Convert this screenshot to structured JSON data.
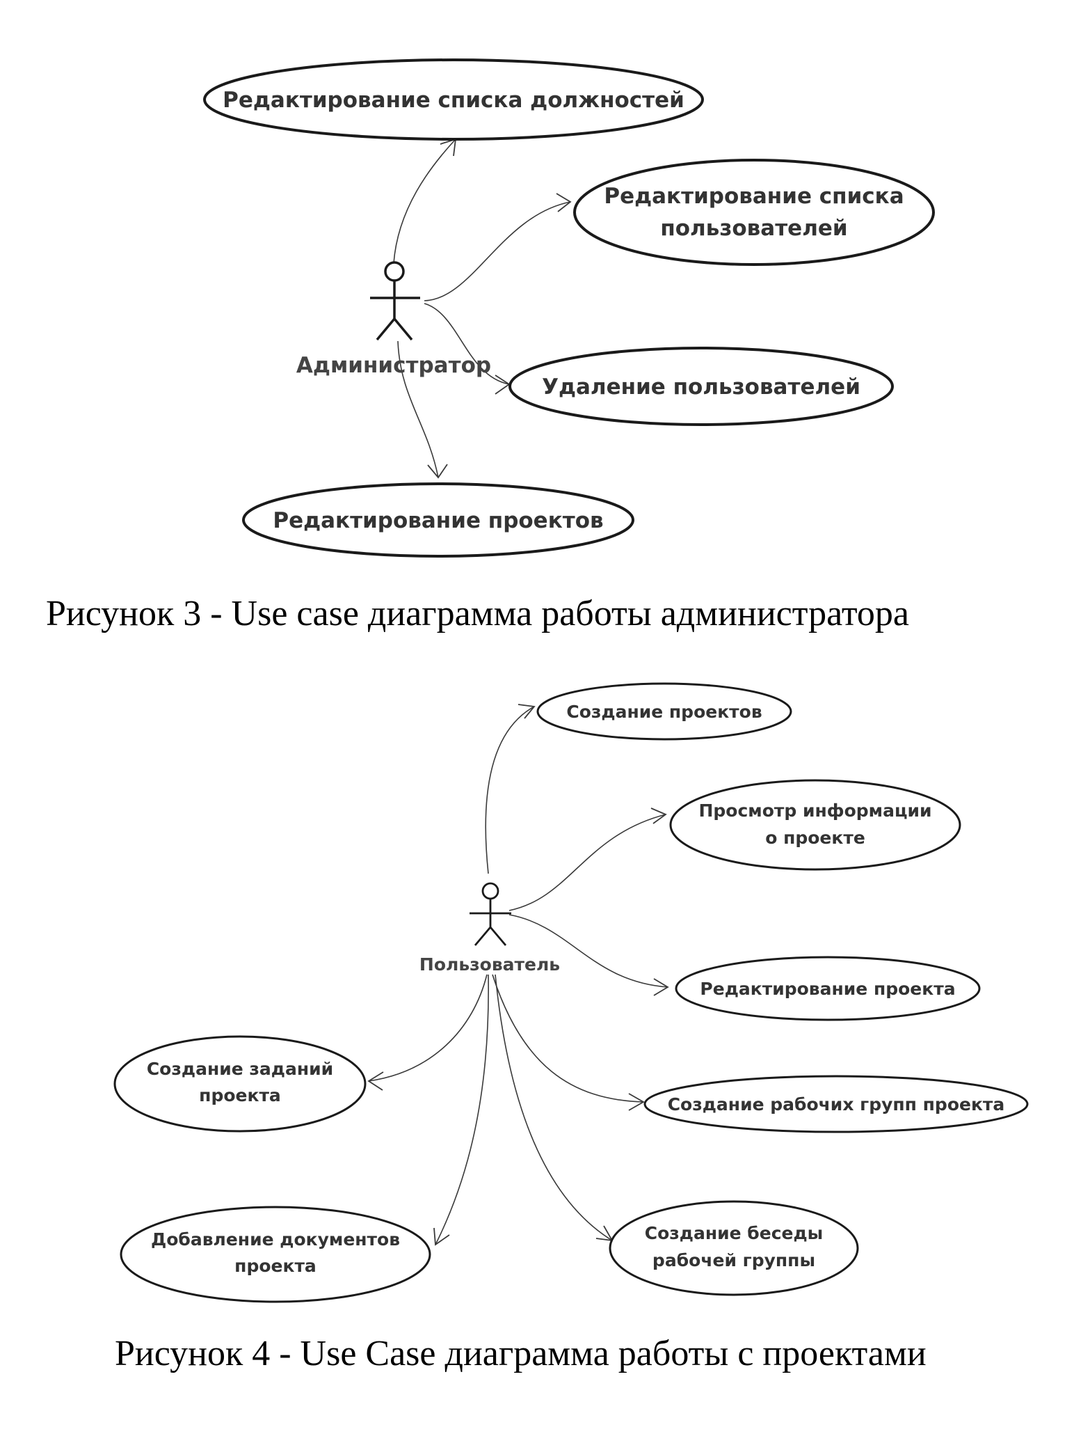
{
  "figure3": {
    "caption": "Рисунок 3 - Use case диаграмма работы администратора",
    "actor": "Администратор",
    "use_cases": [
      [
        "Редактирование списка должностей"
      ],
      [
        "Редактирование списка",
        "пользователей"
      ],
      [
        "Удаление пользователей"
      ],
      [
        "Редактирование проектов"
      ]
    ]
  },
  "figure4": {
    "caption": "Рисунок 4 - Use Case диаграмма работы с проектами",
    "actor": "Пользователь",
    "use_cases": [
      [
        "Создание проектов"
      ],
      [
        "Просмотр информации",
        "о проекте"
      ],
      [
        "Редактирование проекта"
      ],
      [
        "Создание заданий",
        "проекта"
      ],
      [
        "Создание рабочих групп проекта"
      ],
      [
        "Добавление документов",
        "проекта"
      ],
      [
        "Создание беседы",
        "рабочей группы"
      ]
    ]
  }
}
